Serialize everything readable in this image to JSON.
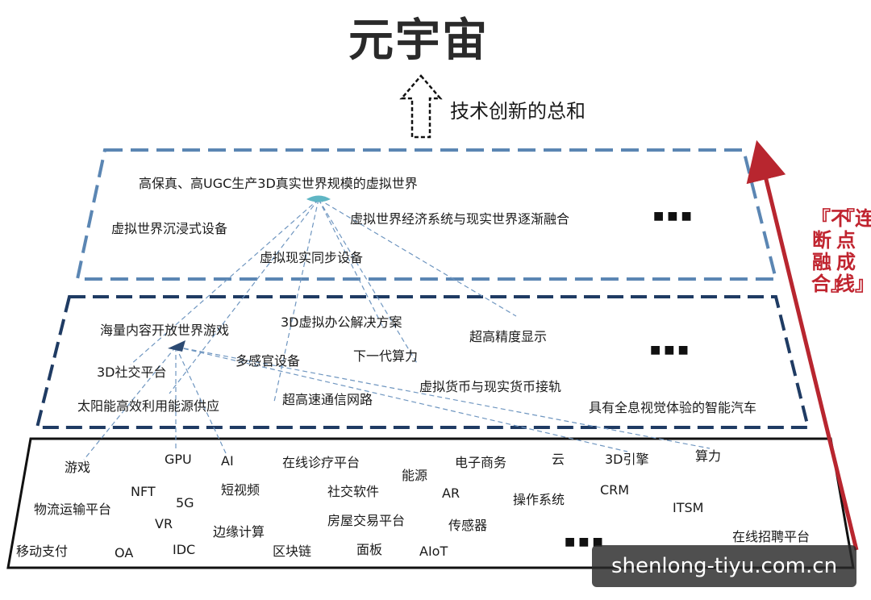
{
  "title": "元宇宙",
  "subtitle": "技术创新的总和",
  "side_label": {
    "col1": "『连点成线』",
    "col2": "『不断融合』"
  },
  "ellipsis": "■■■",
  "layers": {
    "top": {
      "items": [
        "高保真、高UGC生产3D真实世界规模的虚拟世界",
        "虚拟世界沉浸式设备",
        "虚拟世界经济系统与现实世界逐渐融合",
        "虚拟现实同步设备"
      ]
    },
    "middle": {
      "items": [
        "海量内容开放世界游戏",
        "3D虚拟办公解决方案",
        "超高精度显示",
        "3D社交平台",
        "多感官设备",
        "下一代算力",
        "虚拟货币与现实货币接轨",
        "太阳能高效利用能源供应",
        "超高速通信网路",
        "具有全息视觉体验的智能汽车"
      ]
    },
    "bottom": {
      "items": [
        "游戏",
        "GPU",
        "AI",
        "在线诊疗平台",
        "能源",
        "电子商务",
        "云",
        "3D引擎",
        "算力",
        "NFT",
        "短视频",
        "社交软件",
        "AR",
        "操作系统",
        "CRM",
        "物流运输平台",
        "5G",
        "ITSM",
        "VR",
        "房屋交易平台",
        "传感器",
        "边缘计算",
        "在线招聘平台",
        "移动支付",
        "OA",
        "IDC",
        "区块链",
        "面板",
        "AIoT"
      ]
    }
  },
  "watermark": "shenlong-tiyu.com.cn",
  "colors": {
    "top_border": "#5b86b3",
    "middle_border": "#1f3b63",
    "bottom_border": "#111111",
    "connector": "#6f96c0",
    "hub_top": "#5fb6c4",
    "hub_middle": "#2c4a73",
    "arrow": "#b8262f"
  }
}
